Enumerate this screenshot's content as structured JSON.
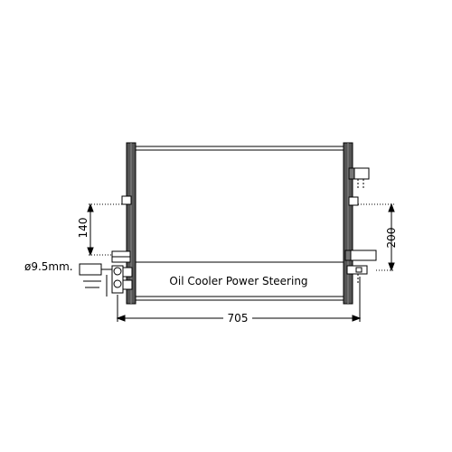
{
  "dimensions": {
    "width_label": "705",
    "height_left_label": "140",
    "height_right_label": "200",
    "pipe_diameter_label": "ø9.5mm."
  },
  "section_label": "Oil Cooler Power Steering"
}
